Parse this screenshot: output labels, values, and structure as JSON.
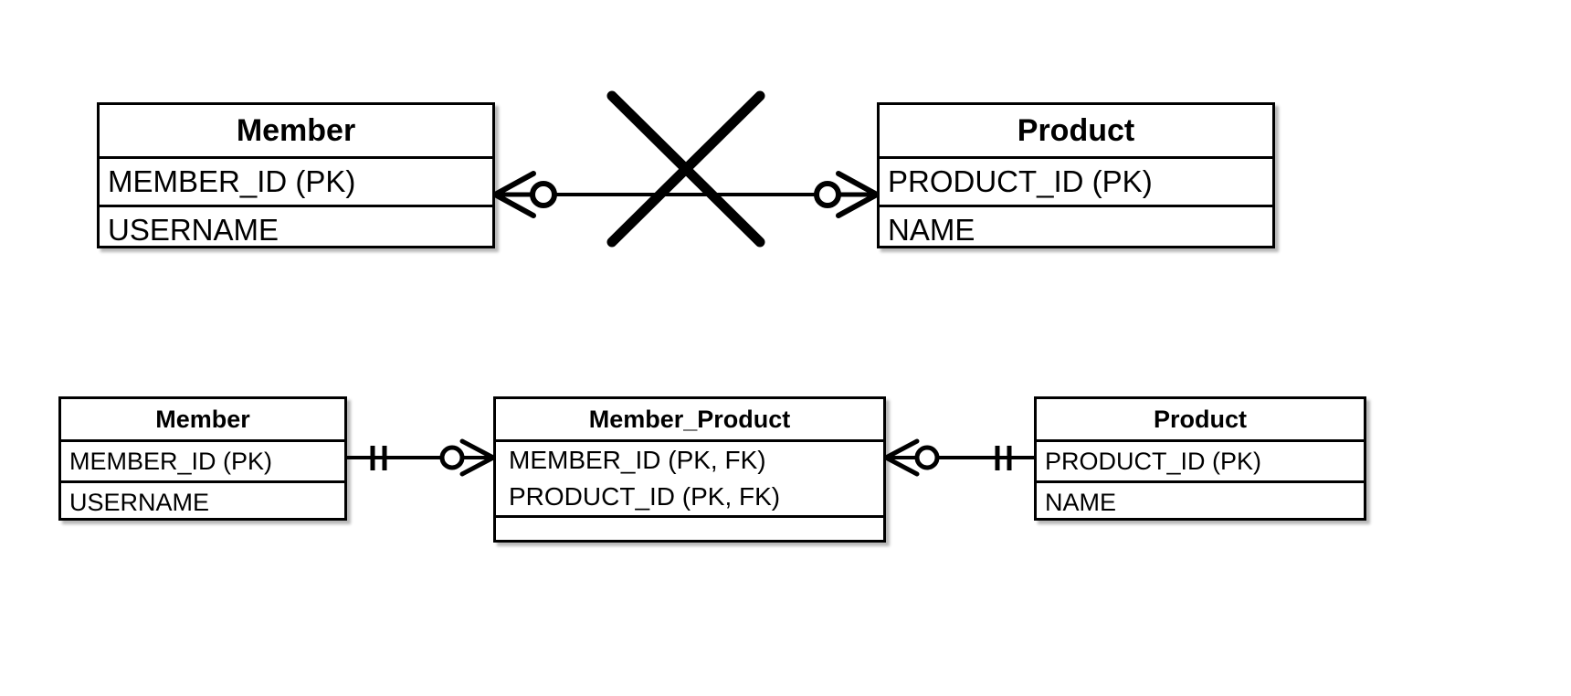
{
  "diagram": {
    "type": "entity-relationship-diagram",
    "notation": "crow's foot",
    "background_color": "#ffffff",
    "line_color": "#000000",
    "rows": [
      {
        "id": "invalid-many-to-many",
        "marked_invalid": true,
        "invalid_marker": "x-cross-icon",
        "relationship": "zero-or-many to zero-or-many"
      },
      {
        "id": "resolved-with-junction-table",
        "marked_invalid": false,
        "relationship": "one-and-only-one to zero-or-many via junction table"
      }
    ]
  },
  "entities": {
    "member_top": {
      "title": "Member",
      "attributes": [
        "MEMBER_ID (PK)",
        "USERNAME"
      ]
    },
    "product_top": {
      "title": "Product",
      "attributes": [
        "PRODUCT_ID (PK)",
        "NAME"
      ]
    },
    "member_bottom": {
      "title": "Member",
      "attributes": [
        "MEMBER_ID (PK)",
        "USERNAME"
      ]
    },
    "member_product": {
      "title": "Member_Product",
      "attributes": [
        "MEMBER_ID (PK, FK)",
        "PRODUCT_ID (PK, FK)"
      ],
      "empty_compartment": ""
    },
    "product_bottom": {
      "title": "Product",
      "attributes": [
        "PRODUCT_ID (PK)",
        "NAME"
      ]
    }
  },
  "connectors": {
    "top_left": {
      "name": "member-to-product-left-end",
      "cardinality": "zero-or-many",
      "symbols": [
        "crows-foot-icon",
        "circle-icon"
      ]
    },
    "top_right": {
      "name": "member-to-product-right-end",
      "cardinality": "zero-or-many",
      "symbols": [
        "circle-icon",
        "crows-foot-icon"
      ]
    },
    "cross": {
      "name": "invalid-relationship-cross",
      "symbol": "x-cross-icon"
    },
    "bottom_left_near": {
      "name": "member-end",
      "cardinality": "one-and-only-one",
      "symbols": [
        "double-tick-icon"
      ]
    },
    "bottom_left_far": {
      "name": "member-product-left-end",
      "cardinality": "zero-or-many",
      "symbols": [
        "circle-icon",
        "crows-foot-icon"
      ]
    },
    "bottom_right_near": {
      "name": "member-product-right-end",
      "cardinality": "zero-or-many",
      "symbols": [
        "crows-foot-icon",
        "circle-icon"
      ]
    },
    "bottom_right_far": {
      "name": "product-end",
      "cardinality": "one-and-only-one",
      "symbols": [
        "double-tick-icon"
      ]
    }
  }
}
